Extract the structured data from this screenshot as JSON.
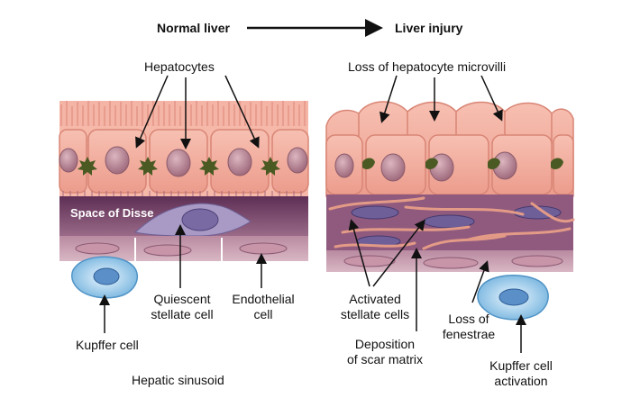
{
  "header": {
    "left": "Normal liver",
    "right": "Liver injury"
  },
  "left_panel": {
    "hepatocytes": "Hepatocytes",
    "space_of_disse": "Space of Disse",
    "quiescent_line1": "Quiescent",
    "quiescent_line2": "stellate cell",
    "endothelial_line1": "Endothelial",
    "endothelial_line2": "cell",
    "kupffer": "Kupffer cell",
    "sinusoid": "Hepatic sinusoid"
  },
  "right_panel": {
    "microvilli": "Loss of hepatocyte microvilli",
    "activated_line1": "Activated",
    "activated_line2": "stellate cells",
    "loss_fenestrae_line1": "Loss of",
    "loss_fenestrae_line2": "fenestrae",
    "deposition_line1": "Deposition",
    "deposition_line2": "of scar matrix",
    "kupffer_line1": "Kupffer cell",
    "kupffer_line2": "activation"
  },
  "colors": {
    "hepatocyte": "#f2a99a",
    "nucleus": "#b07a88",
    "disse": "#7d4668",
    "kupffer": "#8fc4e6",
    "stellate": "#8a7fae",
    "scar": "#d88a78",
    "green_cell": "#4a5a22"
  }
}
